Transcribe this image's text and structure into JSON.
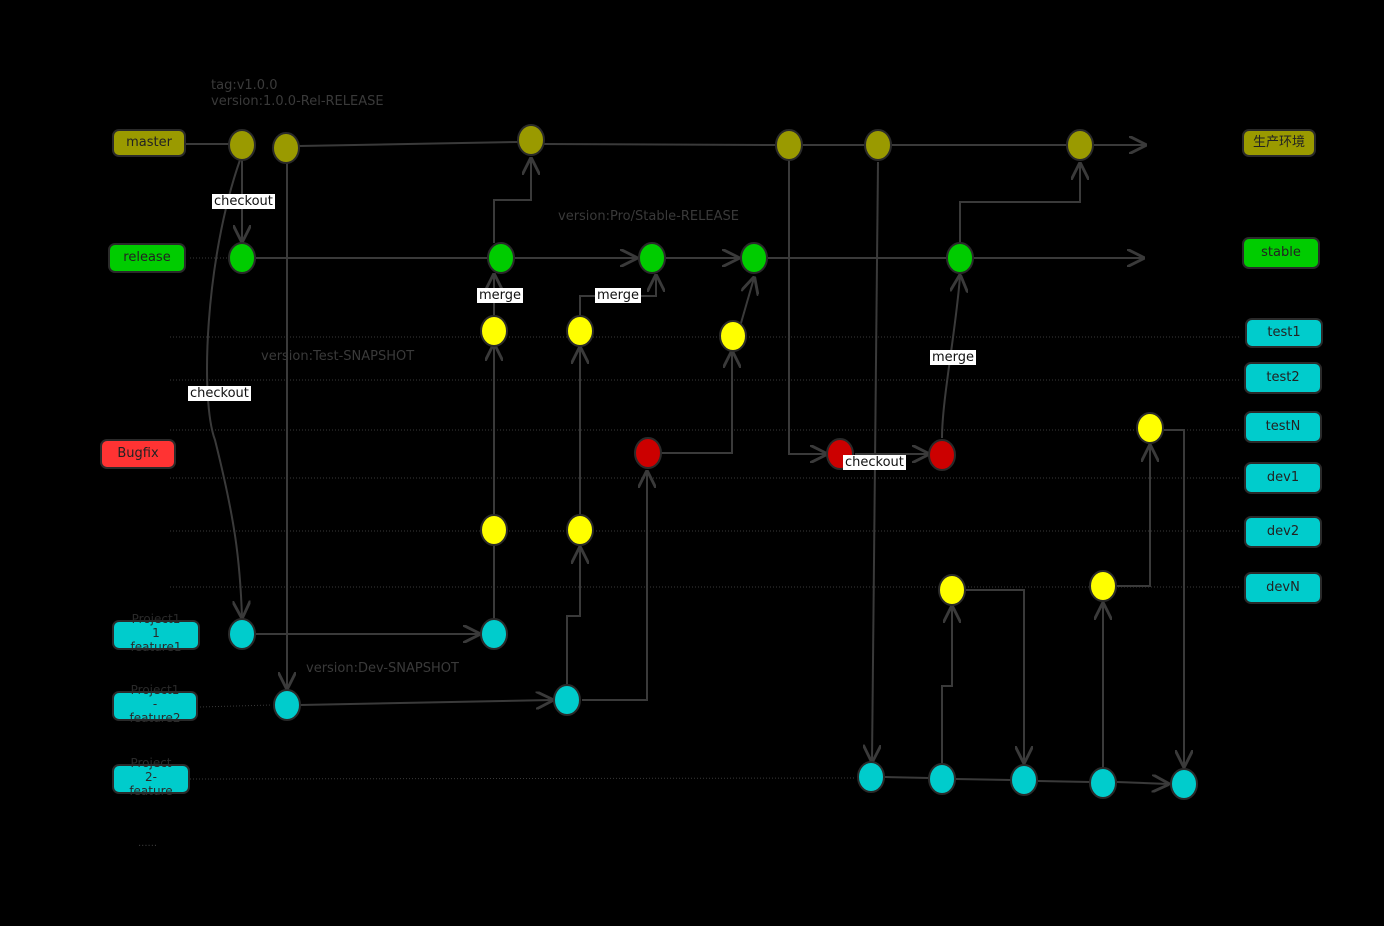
{
  "colors": {
    "master": "#9a9a00",
    "release": "#00cc00",
    "test": "#ffff00",
    "bugfix": "#cc0000",
    "feature": "#00cccc",
    "bugfix_label": "#ff3333",
    "line": "#3a3a3a"
  },
  "branches": {
    "master": "master",
    "release": "release",
    "bugfix": "Bugfix",
    "project1_feature1": [
      "Project1",
      "1",
      "feature1"
    ],
    "project1_feature2": [
      "Project1",
      "-",
      "feature2"
    ],
    "project2_feature": [
      "Project",
      "2-",
      "feature"
    ]
  },
  "environments": {
    "production": "生产环境",
    "stable": "stable",
    "test1": "test1",
    "test2": "test2",
    "testN": "testN",
    "dev1": "dev1",
    "dev2": "dev2",
    "devN": "devN"
  },
  "annotations": {
    "tag": "tag:v1.0.0",
    "version_rel": "version:1.0.0-Rel-RELEASE",
    "version_pro": "version:Pro/Stable-RELEASE",
    "version_test": "version:Test-SNAPSHOT",
    "version_dev": "version:Dev-SNAPSHOT",
    "ellipsis": "......"
  },
  "edge_labels": {
    "checkout_1": "checkout",
    "checkout_2": "checkout",
    "checkout_3": "checkout",
    "merge_1": "merge",
    "merge_2": "merge",
    "merge_3": "merge"
  }
}
